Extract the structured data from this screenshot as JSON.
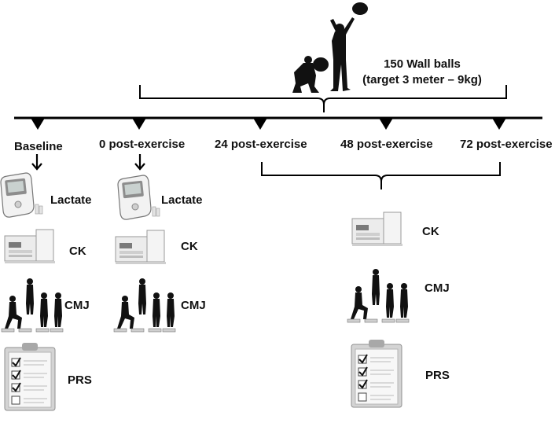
{
  "exercise": {
    "line1": "150 Wall balls",
    "line2": "(target 3 meter – 9kg)"
  },
  "timepoints": [
    {
      "label": "Baseline"
    },
    {
      "label": "0 post-exercise"
    },
    {
      "label": "24 post-exercise"
    },
    {
      "label": "48 post-exercise"
    },
    {
      "label": "72 post-exercise"
    }
  ],
  "measures": {
    "lactate": "Lactate",
    "ck": "CK",
    "cmj": "CMJ",
    "prs": "PRS"
  },
  "colors": {
    "line": "#000000",
    "device": "#e9e9e9",
    "device_dark": "#9a9a9a",
    "clipboard": "#d8d8d8"
  }
}
